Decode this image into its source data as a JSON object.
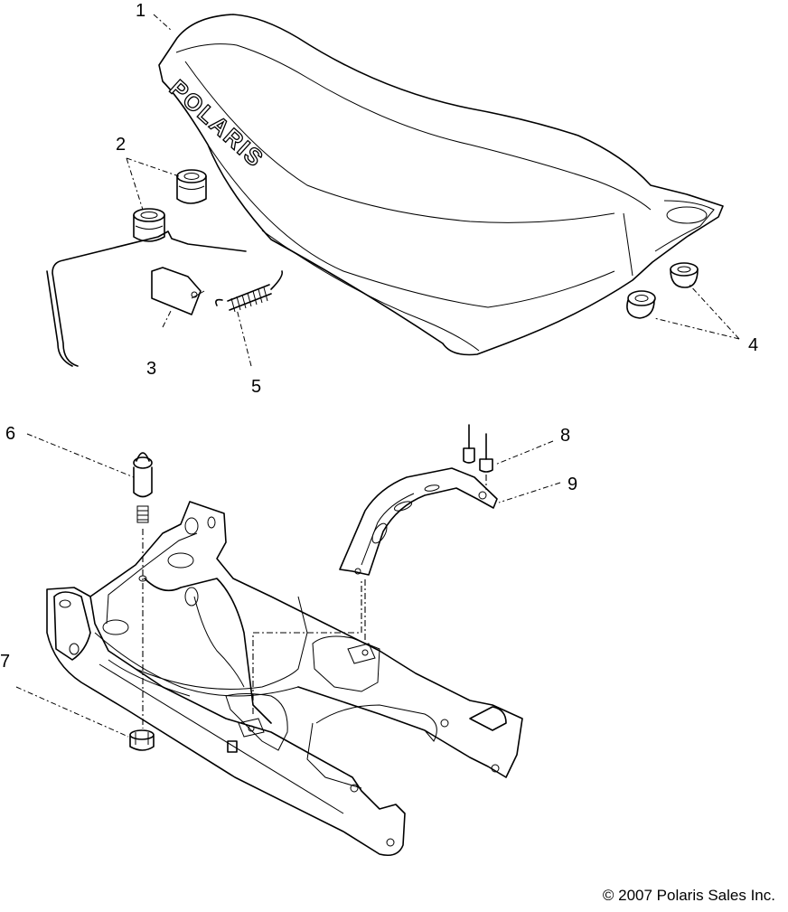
{
  "diagram": {
    "callouts": [
      {
        "id": "1",
        "label": "1"
      },
      {
        "id": "2",
        "label": "2"
      },
      {
        "id": "3",
        "label": "3"
      },
      {
        "id": "4",
        "label": "4"
      },
      {
        "id": "5",
        "label": "5"
      },
      {
        "id": "6",
        "label": "6"
      },
      {
        "id": "7",
        "label": "7"
      },
      {
        "id": "8",
        "label": "8"
      },
      {
        "id": "9",
        "label": "9"
      }
    ],
    "seat_logo": "POLARIS",
    "copyright": "© 2007 Polaris Sales Inc."
  }
}
